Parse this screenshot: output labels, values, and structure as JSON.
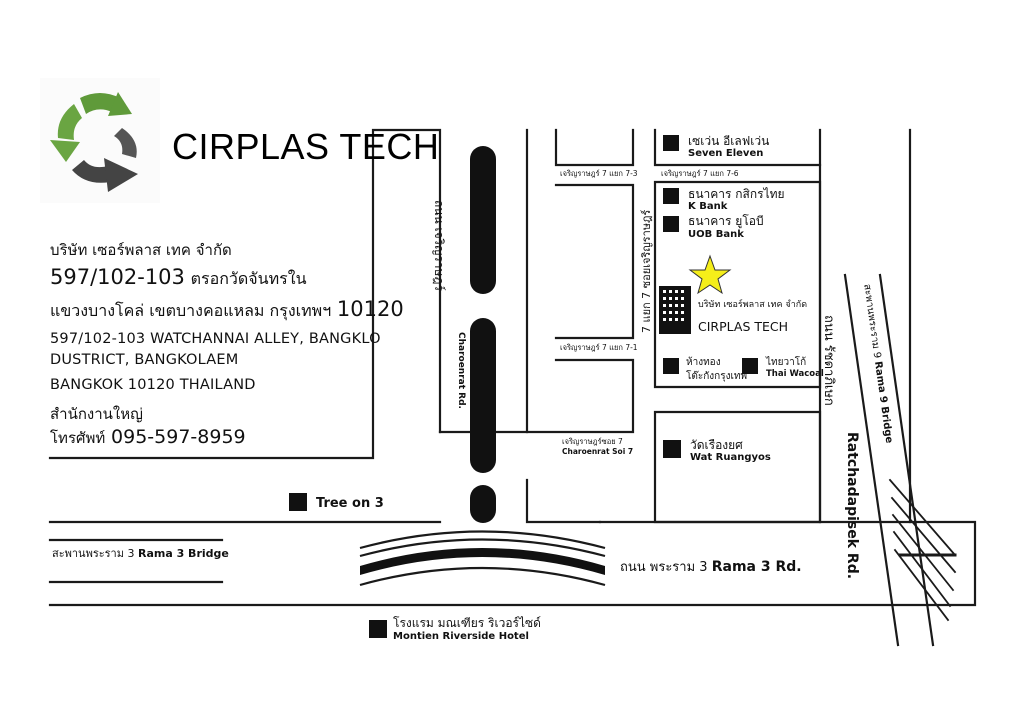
{
  "company": {
    "brand": "CIRPLAS TECH",
    "address_lines": [
      "บริษัท เซอร์พลาส เทค จำกัด",
      "597/102-103",
      "ตรอกวัดจันทรใน",
      "แขวงบางโคล่ เขตบางคอแหลม กรุงเทพฯ",
      "10120",
      "597/102-103 WATCHANNAI ALLEY, BANGKLO",
      "DUSTRICT, BANGKOLAEM",
      "BANGKOK 10120 THAILAND",
      "สำนักงานใหญ่",
      "โทรศัพท์",
      "095-597-8959"
    ]
  },
  "landmarks": {
    "seven_eleven": {
      "th": "เซเว่น อีเลฟเว่น",
      "en": "Seven Eleven"
    },
    "kbank": {
      "th": "ธนาคาร กสิกรไทย",
      "en": "K Bank"
    },
    "uob": {
      "th": "ธนาคาร ยูโอบี",
      "en": "UOB Bank"
    },
    "company_marker": {
      "th": "บริษัท เซอร์พลาส เทค จำกัด",
      "en": "CIRPLAS TECH"
    },
    "gold_shop": {
      "th_1": "ห้างทอง",
      "th_2": "โต๊ะกังกรุงเทพ"
    },
    "thai_wacoal": {
      "th": "ไทยวาโก้",
      "en": "Thai Wacoal"
    },
    "wat_ruangyos": {
      "th": "วัดเรืองยศ",
      "en": "Wat Ruangyos"
    },
    "tree_on_3": {
      "en": "Tree on 3"
    },
    "montien": {
      "th": "โรงแรม มณเฑียร ริเวอร์ไซด์",
      "en": "Montien Riverside Hotel"
    }
  },
  "roads": {
    "soi_7_3": "เจริญราษฎร์ 7 แยก 7-3",
    "soi_7_6": "เจริญราษฎร์ 7 แยก 7-6",
    "soi_7_1": "เจริญราษฎร์ 7 แยก 7-1",
    "charoenrat_soi7_th": "เจริญราษฎร์ซอย 7",
    "charoenrat_soi7_en": "Charoenrat Soi 7",
    "soi7_vertical": "7 แยก 7 ซอยเจริญราษฎร์",
    "charoenrat_th": "ถนน เจริญราษฎร์",
    "charoenrat_en": "Charoenrat Rd.",
    "rama3_bridge_th": "สะพานพระราม 3",
    "rama3_bridge_en": "Rama 3 Bridge",
    "rama3_rd_th": "ถนน พระราม 3",
    "rama3_rd_en": "Rama 3 Rd.",
    "ratchada_th": "ถนน รัชดาภิเษก",
    "ratchada_en": "Ratchadapisek Rd.",
    "rama9_bridge_th": "สะพานพระราม 9",
    "rama9_bridge_en": "Rama 9 Bridge"
  },
  "colors": {
    "road_line": "#1a1a1a",
    "marker": "#111111",
    "star_fill": "#f5ee1a",
    "logo_green": "#5f9a3a",
    "logo_dark": "#444444"
  },
  "icons": [
    "recycle-logo-icon",
    "star-icon",
    "building-icon",
    "landmark-square-icon"
  ]
}
